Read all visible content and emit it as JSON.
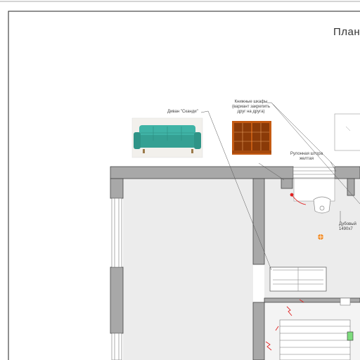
{
  "sheet": {
    "title": "План"
  },
  "labels": {
    "sofa": "Диван \"Сканди\"",
    "cabinets_line1": "Книжные шкафы",
    "cabinets_line2": "(вариант закрепить",
    "cabinets_line3": "друг на друга)",
    "blind_line1": "Рулонная штора",
    "blind_line2": "желтая",
    "table_line1": "Дубовый",
    "table_line2": "1490х7"
  },
  "colors": {
    "wall": "#a8a8a8",
    "floor": "#ececec",
    "accent_red": "#e02020",
    "accent_magenta": "#cc33cc",
    "accent_orange": "#f08a24",
    "sofa": "#3fb3a6",
    "cabinet": "#c45a12"
  }
}
